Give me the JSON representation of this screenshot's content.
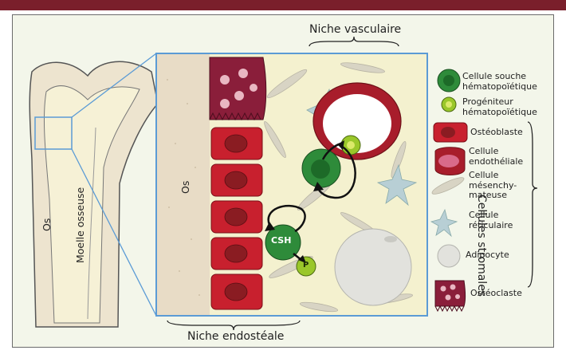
{
  "titles": {
    "niche_vasculaire": "Niche vasculaire",
    "niche_endosteale": "Niche endostéale",
    "cellules_stromales": "Cellules stromales"
  },
  "bone": {
    "os": "Os",
    "moelle": "Moelle osseuse"
  },
  "zoom": {
    "os": "Os",
    "csh": "CSH",
    "p": "P"
  },
  "legend": {
    "cellule_souche": "Cellule souche hématopoïétique",
    "progeniteur": "Progéniteur hématopoïétique",
    "osteoblaste": "Ostéoblaste",
    "endotheliale": "Cellule endothéliale",
    "mesenchymateuse": "Cellule mésenchy-mateuse",
    "reticulaire": "Cellule réticulaire",
    "adipocyte": "Adipocyte",
    "osteoclaste": "Ostéoclaste"
  },
  "colors": {
    "accent_bar": "#7a1f2b",
    "zoom_border": "#5b9bd5",
    "osteoblast": "#c8202e",
    "stem": "#2e8b3a",
    "progenitor": "#9ac72a",
    "endothelial": "#a81d2b",
    "osteoclast": "#8a1e3a",
    "bone": "#ede4cf",
    "marrow": "#f4f1cf"
  }
}
